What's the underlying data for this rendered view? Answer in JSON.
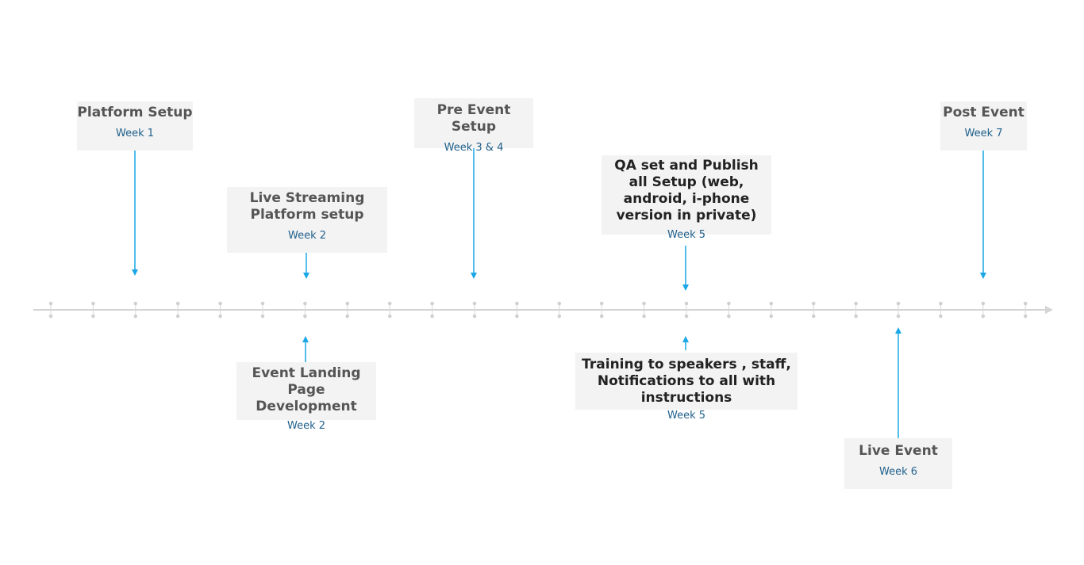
{
  "milestones": [
    {
      "id": "platform-setup",
      "title": "Platform Setup",
      "week": "Week 1"
    },
    {
      "id": "live-streaming",
      "title": "Live Streaming Platform setup",
      "week": "Week 2"
    },
    {
      "id": "pre-event",
      "title": "Pre Event Setup",
      "week": "Week 3 & 4"
    },
    {
      "id": "qa-publish",
      "title": "QA set and Publish all Setup (web, android, i-phone version in private)",
      "week": "Week 5"
    },
    {
      "id": "post-event",
      "title": "Post Event",
      "week": "Week 7"
    },
    {
      "id": "landing-page",
      "title": "Event Landing Page Development",
      "week": "Week 2"
    },
    {
      "id": "training",
      "title": "Training to speakers , staff, Notifications to all with instructions",
      "week": "Week 5"
    },
    {
      "id": "live-event",
      "title": "Live Event",
      "week": "Week 6"
    }
  ],
  "colors": {
    "card": "#f3f3f3",
    "arrow": "#1aa7e6",
    "axis": "#d4d4d4",
    "week_text": "#1f5f8b"
  }
}
